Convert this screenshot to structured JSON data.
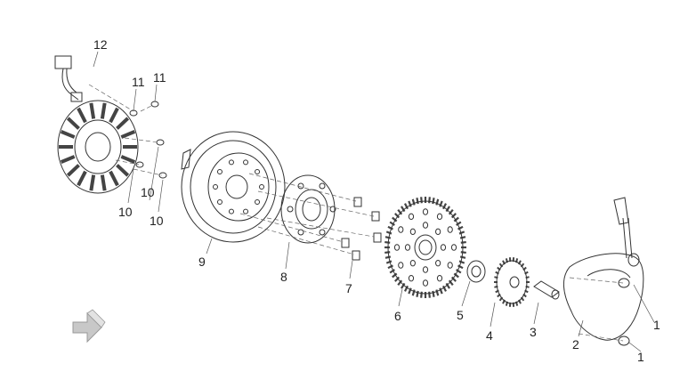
{
  "callouts": {
    "c12": "12",
    "c11a": "11",
    "c11b": "11",
    "c10a": "10",
    "c10b": "10",
    "c10c": "10",
    "c9": "9",
    "c8": "8",
    "c7": "7",
    "c6": "6",
    "c5": "5",
    "c4": "4",
    "c3": "3",
    "c2": "2",
    "c1a": "1",
    "c1b": "1"
  },
  "colors": {
    "line": "#333333",
    "arrow_fill": "#c8c8c8"
  },
  "icons": {
    "direction_arrow": "front-direction-arrow-icon"
  }
}
